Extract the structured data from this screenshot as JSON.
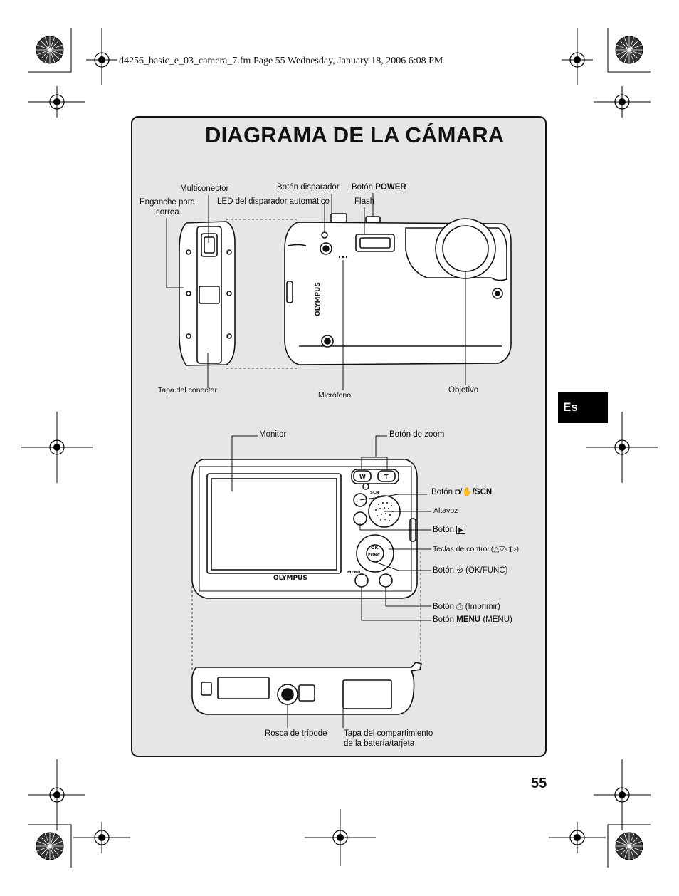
{
  "file_header": "d4256_basic_e_03_camera_7.fm  Page 55  Wednesday, January 18, 2006  6:08 PM",
  "title": "DIAGRAMA DE LA CÁMARA",
  "language_tab": "Es",
  "page_number": "55",
  "labels": {
    "multiconector": "Multiconector",
    "enganche_para": "Enganche para",
    "correa": "correa",
    "boton_disparador": "Botón disparador",
    "boton_power_prefix": "Botón ",
    "power": "POWER",
    "led": "LED del disparador automático",
    "flash": "Flash",
    "tapa_conector": "Tapa del conector",
    "microfono": "Micrófono",
    "objetivo": "Objetivo",
    "monitor": "Monitor",
    "boton_zoom": "Botón de zoom",
    "boton_scn_prefix": "Botón ",
    "scn": "/SCN",
    "altavoz": "Altavoz",
    "boton_play_prefix": "Botón ",
    "teclas_prefix": "Teclas de control (",
    "teclas_suffix": ")",
    "boton_ok_prefix": "Botón ",
    "boton_ok_suffix": " (OK/FUNC)",
    "boton_print_prefix": "Botón ",
    "boton_print_suffix": " (Imprimir)",
    "boton_menu_prefix": "Botón ",
    "menu": "MENU",
    "boton_menu_suffix": " (MENU)",
    "rosca": "Rosca de trípode",
    "tapa_bat_1": "Tapa del compartimiento",
    "tapa_bat_2": "de la batería/tarjeta"
  },
  "camera_marks": {
    "brand": "OLYMPUS",
    "w": "W",
    "t": "T",
    "ok": "OK",
    "func": "FUNC",
    "menu_small": "MENU",
    "scn_small": "SCN"
  }
}
